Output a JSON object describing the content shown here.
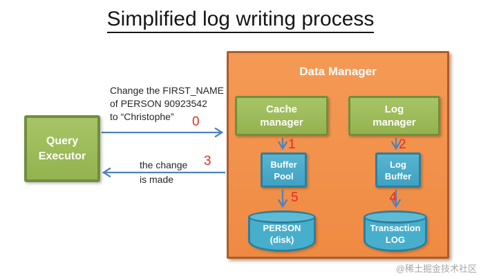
{
  "title": "Simplified log writing process",
  "watermark": "@稀土掘金技术社区",
  "query_executor": {
    "lines": [
      "Query",
      "Executor"
    ]
  },
  "data_manager": {
    "title": "Data Manager"
  },
  "cache_manager": {
    "lines": [
      "Cache",
      "manager"
    ]
  },
  "log_manager": {
    "lines": [
      "Log",
      "manager"
    ]
  },
  "buffer_pool": {
    "lines": [
      "Buffer",
      "Pool"
    ]
  },
  "log_buffer": {
    "lines": [
      "Log",
      "Buffer"
    ]
  },
  "person_disk": {
    "lines": [
      "PERSON",
      "(disk)"
    ]
  },
  "transaction_log": {
    "lines": [
      "Transaction",
      "LOG"
    ]
  },
  "request_label": {
    "lines": [
      "Change the FIRST_NAME",
      "of PERSON 90923542",
      "to “Christophe”"
    ]
  },
  "response_label": {
    "lines": [
      "the change",
      "is made"
    ]
  },
  "steps": {
    "request": "0",
    "cache_to_bufferpool": "1",
    "logmanager_to_logbuffer": "2",
    "response": "3",
    "logbuffer_to_translog": "4",
    "bufferpool_to_person": "5"
  },
  "colors": {
    "green_fill": "#9bbb59",
    "green_border": "#6f8f3b",
    "orange_fill": "#f2914a",
    "orange_border": "#ad5c28",
    "blue_fill": "#47aecb",
    "blue_border": "#2e7e9e",
    "arrow": "#4f81bd",
    "step_number": "#e42c20"
  }
}
